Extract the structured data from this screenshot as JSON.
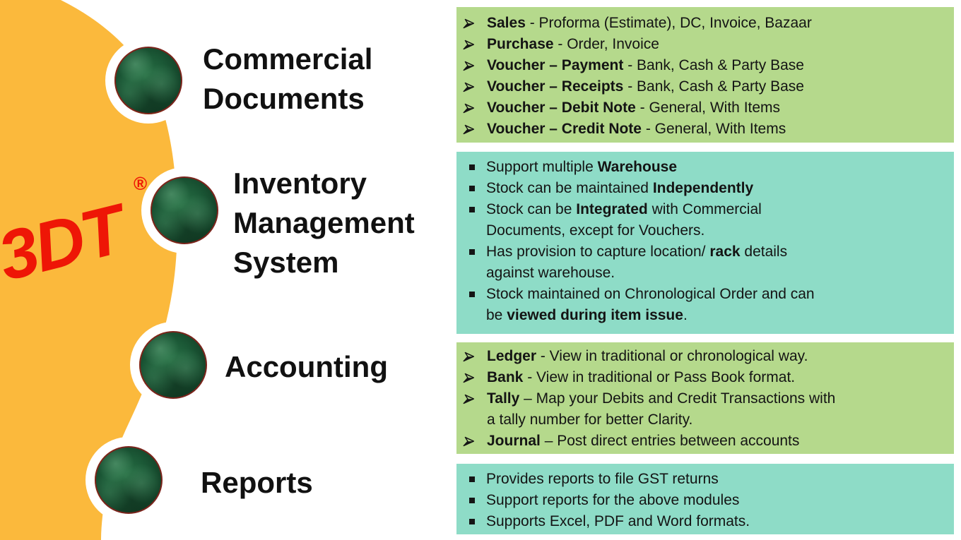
{
  "logo": {
    "text": "3DT",
    "registered_mark": "®"
  },
  "colors": {
    "blob_orange": "#FBB93C",
    "logo_red": "#EE1606",
    "box_green": "#B5D98C",
    "box_teal": "#8EDCC7",
    "circle_rim_red": "#7B241C",
    "circle_green": "#1B5836",
    "text": "#141414"
  },
  "sections": [
    {
      "title": "Commercial\nDocuments",
      "bullet_style": "arrow",
      "items": [
        {
          "bold": "Sales",
          "post": " - Proforma (Estimate), DC, Invoice, Bazaar"
        },
        {
          "bold": "Purchase",
          "post": " - Order, Invoice"
        },
        {
          "bold": "Voucher – Payment",
          "post": " - Bank, Cash & Party Base"
        },
        {
          "bold": "Voucher – Receipts",
          "post": " - Bank, Cash & Party Base"
        },
        {
          "bold": "Voucher – Debit Note",
          "post": " - General, With Items"
        },
        {
          "bold": "Voucher – Credit Note",
          "post": " - General, With Items"
        }
      ]
    },
    {
      "title": "Inventory\nManagement\nSystem",
      "bullet_style": "square",
      "items": [
        {
          "pre": "Support multiple ",
          "bold": "Warehouse",
          "post": ""
        },
        {
          "pre": "Stock can be maintained ",
          "bold": "Independently",
          "post": ""
        },
        {
          "pre": "Stock can be ",
          "bold": "Integrated",
          "post": " with Commercial\nDocuments,  except for Vouchers."
        },
        {
          "pre": "Has provision to capture location/ ",
          "bold": "rack",
          "post": " details\nagainst warehouse."
        },
        {
          "pre": "Stock maintained on Chronological Order and can\nbe ",
          "bold": "viewed during item issue",
          "post": "."
        }
      ]
    },
    {
      "title": "Accounting",
      "bullet_style": "arrow",
      "items": [
        {
          "bold": "Ledger",
          "post": " - View in traditional or chronological way."
        },
        {
          "bold": "Bank",
          "post": " - View in traditional or Pass Book format."
        },
        {
          "bold": "Tally",
          "post": " – Map your Debits and Credit Transactions with\na tally number for better Clarity."
        },
        {
          "bold": "Journal",
          "post": " – Post direct entries between accounts"
        }
      ]
    },
    {
      "title": "Reports",
      "bullet_style": "square",
      "items": [
        {
          "pre": "Provides reports to file GST returns",
          "bold": "",
          "post": ""
        },
        {
          "pre": "Support reports for the above modules",
          "bold": "",
          "post": ""
        },
        {
          "pre": "Supports Excel, PDF and Word formats.",
          "bold": "",
          "post": ""
        }
      ]
    }
  ]
}
